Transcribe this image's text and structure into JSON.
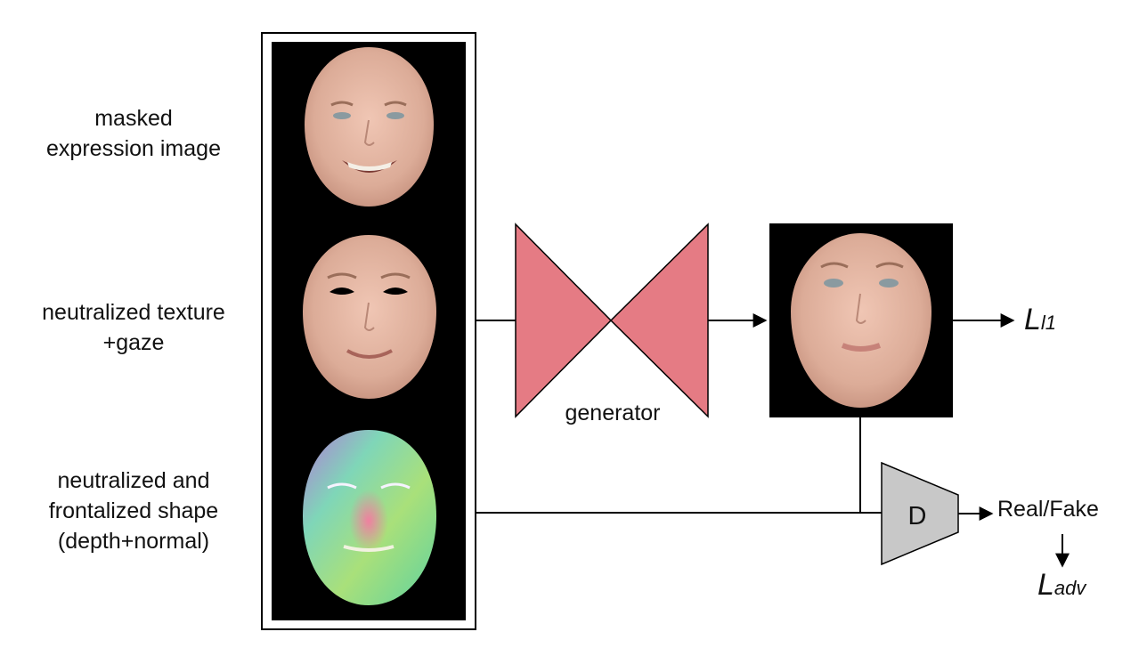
{
  "inputs": [
    {
      "label_lines": [
        "masked",
        "expression image"
      ]
    },
    {
      "label_lines": [
        "neutralized texture",
        "+gaze"
      ]
    },
    {
      "label_lines": [
        "neutralized and",
        "frontalized shape",
        "(depth+normal)"
      ]
    }
  ],
  "generator": {
    "label": "generator",
    "color": "#e57b84"
  },
  "discriminator": {
    "label": "D",
    "color": "#c8c8c8"
  },
  "outputs": {
    "real_fake_label": "Real/Fake",
    "loss_l1": {
      "symbol": "L",
      "subscript": "l1"
    },
    "loss_adv": {
      "symbol": "L",
      "subscript": "adv"
    }
  },
  "colors": {
    "skin": "#dcb09c",
    "lip": "#c78279",
    "background_panel": "#000000"
  }
}
